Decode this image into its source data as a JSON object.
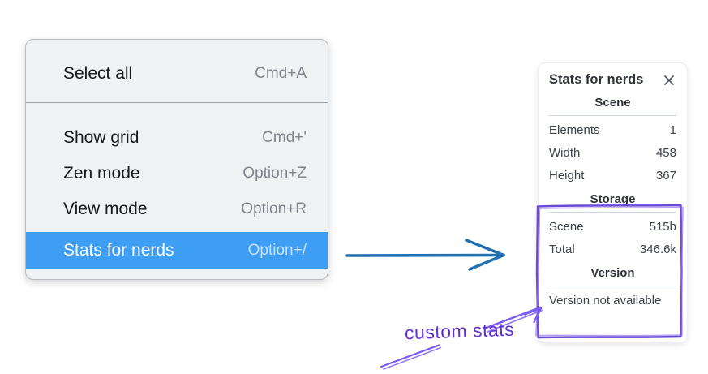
{
  "menu": {
    "items": [
      {
        "label": "Select all",
        "shortcut": "Cmd+A",
        "highlighted": false
      },
      {
        "label": "Show grid",
        "shortcut": "Cmd+'",
        "highlighted": false
      },
      {
        "label": "Zen mode",
        "shortcut": "Option+Z",
        "highlighted": false
      },
      {
        "label": "View mode",
        "shortcut": "Option+R",
        "highlighted": false
      },
      {
        "label": "Stats for nerds",
        "shortcut": "Option+/",
        "highlighted": true
      }
    ]
  },
  "panel": {
    "title": "Stats for nerds",
    "sections": [
      {
        "header": "Scene",
        "rows": [
          {
            "label": "Elements",
            "value": "1"
          },
          {
            "label": "Width",
            "value": "458"
          },
          {
            "label": "Height",
            "value": "367"
          }
        ]
      },
      {
        "header": "Storage",
        "rows": [
          {
            "label": "Scene",
            "value": "515b"
          },
          {
            "label": "Total",
            "value": "346.6k"
          }
        ]
      },
      {
        "header": "Version",
        "note": "Version not available"
      }
    ]
  },
  "annotation": {
    "label": "custom stats"
  },
  "colors": {
    "menu_highlight": "#3e9ef4",
    "menu_background": "#f0f1f3",
    "flow_arrow_blue": "#2170b2",
    "annotation_purple": "#6130d0",
    "sketch_stroke_purple": "#7c5cf0",
    "sketch_box_purple": "#6a4bd6"
  }
}
